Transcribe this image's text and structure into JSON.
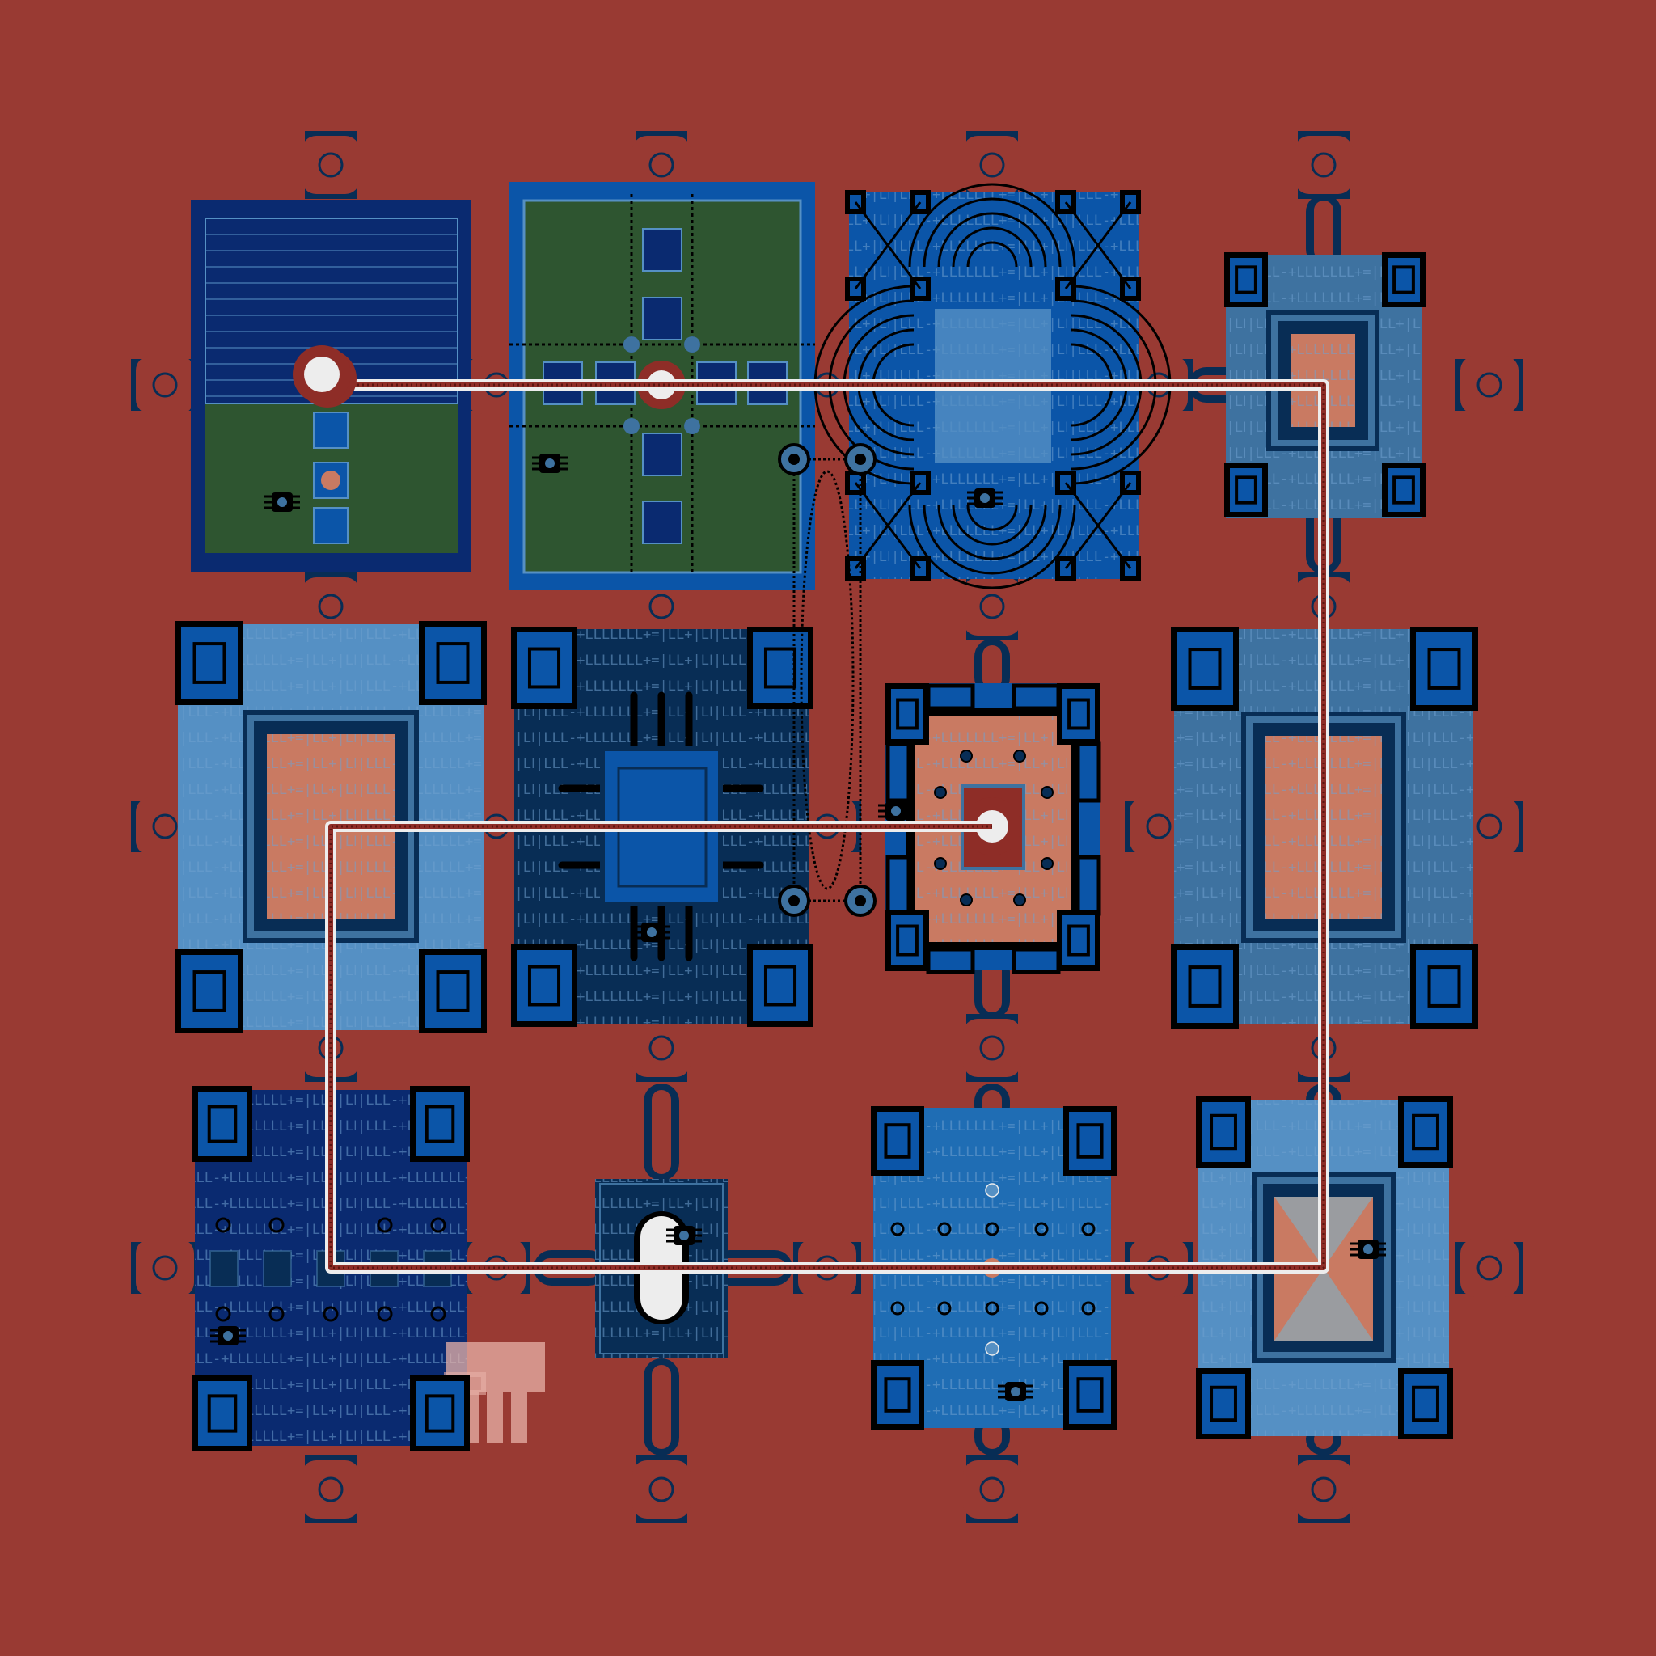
{
  "colors": {
    "background": "#993A33",
    "rust": "#8E2D27",
    "navy": "#082D55",
    "deep_blue": "#0A2A70",
    "royal": "#0B55A8",
    "mid_blue": "#1F6DB4",
    "sky": "#5590C4",
    "steel": "#3E72A0",
    "grass": "#2E5530",
    "salmon": "#C97A62",
    "white": "#EDEDED",
    "black": "#000000",
    "glyph": "#6FA0CF"
  },
  "glyph_text": "|LLL-+LLLLLLL+=|LL+|LLL-+=LLL=+=|LL+",
  "board": {
    "rooms": [
      {
        "name": "room-r0c0",
        "style": "striped-grass",
        "row": 0,
        "col": 0
      },
      {
        "name": "room-r0c1",
        "style": "cross-grass",
        "row": 0,
        "col": 1
      },
      {
        "name": "room-r0c2",
        "style": "arc-chamber",
        "row": 0,
        "col": 2
      },
      {
        "name": "room-r0c3",
        "style": "pillared-small",
        "row": 0,
        "col": 3
      },
      {
        "name": "room-r1c0",
        "style": "pillared-sky",
        "row": 1,
        "col": 0
      },
      {
        "name": "room-r1c1",
        "style": "chip-navy",
        "row": 1,
        "col": 1
      },
      {
        "name": "room-r1c2",
        "style": "salmon-fort",
        "row": 1,
        "col": 2
      },
      {
        "name": "room-r1c3",
        "style": "pillared-steel",
        "row": 1,
        "col": 3
      },
      {
        "name": "room-r2c0",
        "style": "pillared-deep",
        "row": 2,
        "col": 0
      },
      {
        "name": "room-r2c1",
        "style": "capsule-navy",
        "row": 2,
        "col": 1
      },
      {
        "name": "room-r2c2",
        "style": "pillared-royal",
        "row": 2,
        "col": 2
      },
      {
        "name": "room-r2c3",
        "style": "hourglass-sky",
        "row": 2,
        "col": 3
      }
    ],
    "player_path": [
      "r0c0",
      "r0c1",
      "r0c2",
      "r0c3",
      "r1c3",
      "r2c3",
      "r2c2",
      "r2c1",
      "r2c0",
      "r1c0",
      "r1c1",
      "r1c2"
    ],
    "cursor_icon": "hand-cursor-icon"
  }
}
